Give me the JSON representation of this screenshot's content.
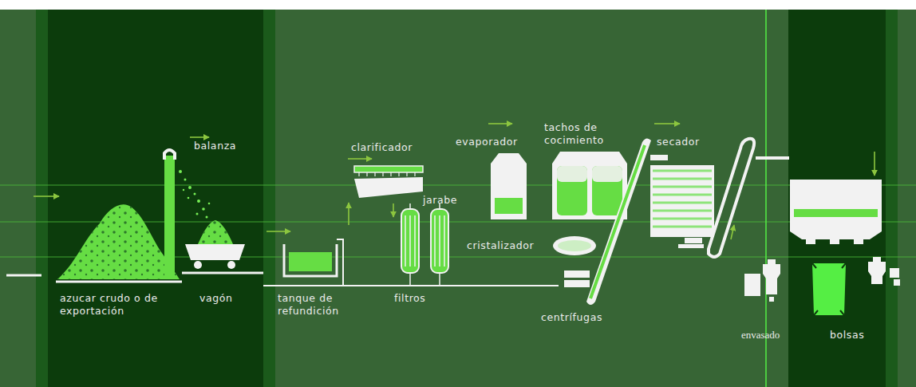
{
  "diagram": {
    "labels": [
      "balanza",
      "azucar crudo o de exportación",
      "vagón",
      "clarificador",
      "jarabe",
      "tanque de refundición",
      "filtros",
      "evaporador",
      "tachos de cocimiento",
      "cristalizador",
      "centrífugas",
      "secador",
      "envasado",
      "bolsas"
    ]
  }
}
